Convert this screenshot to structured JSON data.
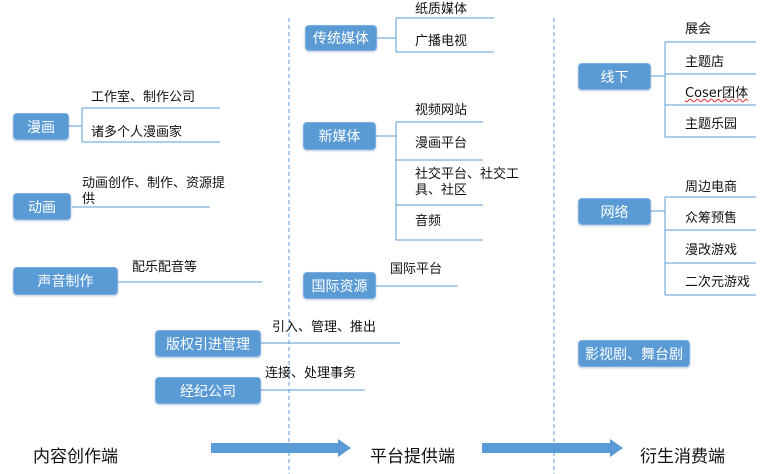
{
  "stages": {
    "creation": "内容创作端",
    "platform": "平台提供端",
    "consumption": "衍生消费端"
  },
  "creation": {
    "manga": {
      "label": "漫画",
      "items": [
        "工作室、制作公司",
        "诸多个人漫画家"
      ]
    },
    "animation": {
      "label": "动画",
      "items": [
        "动画创作、制作、资源提供"
      ]
    },
    "sound": {
      "label": "声音制作",
      "items": [
        "配乐配音等"
      ]
    },
    "copyright": {
      "label": "版权引进管理",
      "items": [
        "引入、管理、推出"
      ]
    },
    "agency": {
      "label": "经纪公司",
      "items": [
        "连接、处理事务"
      ]
    }
  },
  "platform": {
    "traditional": {
      "label": "传统媒体",
      "items": [
        "纸质媒体",
        "广播电视"
      ]
    },
    "newmedia": {
      "label": "新媒体",
      "items": [
        "视频网站",
        "漫画平台",
        "社交平台、社交工具、社区",
        "音频"
      ]
    },
    "international": {
      "label": "国际资源",
      "items": [
        "国际平台"
      ]
    }
  },
  "consumption": {
    "offline": {
      "label": "线下",
      "items": [
        "展会",
        "主题店",
        "Coser团体",
        "主题乐园"
      ]
    },
    "online": {
      "label": "网络",
      "items": [
        "周边电商",
        "众筹预售",
        "漫改游戏",
        "二次元游戏"
      ]
    },
    "film": {
      "label": "影视剧、舞台剧"
    }
  },
  "colors": {
    "box": "#5b9bd5",
    "arrow": "#5b9bd5",
    "line": "#5b9bd5",
    "divider": "#5b9bd5"
  }
}
